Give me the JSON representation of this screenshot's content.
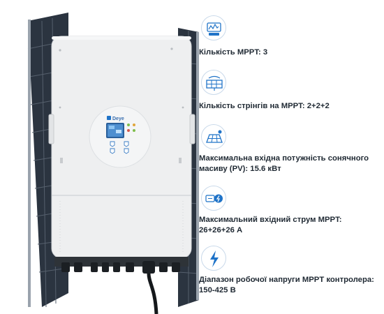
{
  "product": {
    "brand_logo": "Deye",
    "image_description_icons": [
      "solar-panel-icon",
      "inverter-icon"
    ]
  },
  "specs": [
    {
      "icon": "mppt-chart-icon",
      "text": "Кількість MPPT: 3"
    },
    {
      "icon": "solar-array-icon",
      "text": "Кількість стрінгів на MPPT: 2+2+2"
    },
    {
      "icon": "solar-power-icon",
      "text": "Максимальна вхідна потужність сонячного масиву (PV): 15.6 кВт"
    },
    {
      "icon": "current-icon",
      "text": "Максимальний вхідний струм MPPT: 26+26+26 А"
    },
    {
      "icon": "voltage-bolt-icon",
      "text": "Діапазон робочої напруги MPPT контролера: 150-425 В"
    }
  ],
  "colors": {
    "icon_blue": "#1f73c8",
    "icon_ring": "#c9d9ea",
    "text": "#1f2933",
    "inverter_body": "#eeeff0",
    "panel_dark": "#2b3440"
  }
}
